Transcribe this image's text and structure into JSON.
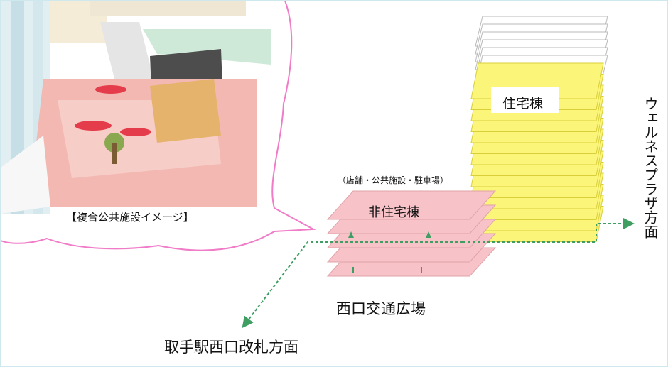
{
  "labels": {
    "image_caption": "【複合公共施設イメージ】",
    "residential_tower": "住宅棟",
    "non_residential_tower": "非住宅棟",
    "non_residential_uses": "（店舗・公共施設・駐車場）",
    "west_exit_plaza": "西口交通広場",
    "toward_station": "取手駅西口改札方面",
    "toward_wellness_plaza": "ウェルネスプラザ方面"
  },
  "colors": {
    "bubble_outline": "#f07cc8",
    "residential_floor": "#fbf57a",
    "residential_edge": "#d8cf3a",
    "upper_floor_outline": "#b9b9b9",
    "non_residential_floor": "#f7c3c8",
    "non_residential_edge": "#dfa3a8",
    "path_arrow": "#3f9e62",
    "border": "#cfe8ee"
  }
}
